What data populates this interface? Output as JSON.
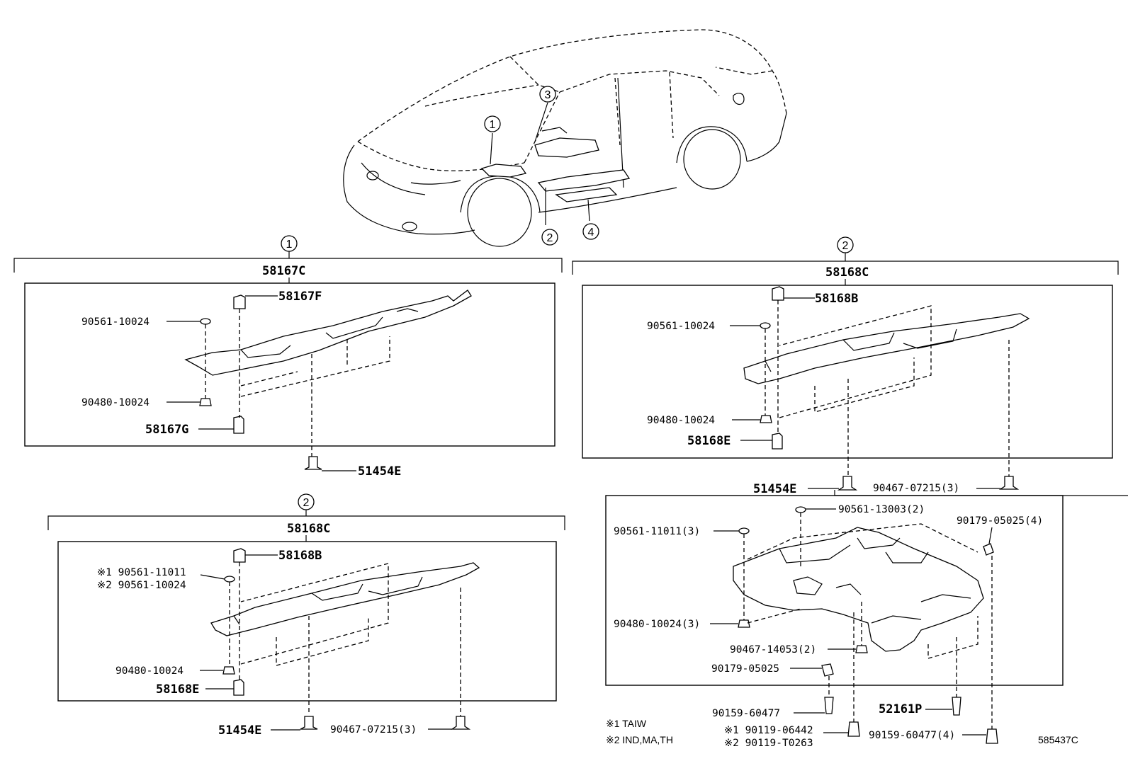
{
  "overview": {
    "callouts": [
      "1",
      "3",
      "2",
      "4"
    ]
  },
  "section1": {
    "callout": "1",
    "assembly": "58167C",
    "parts": {
      "p58167F": "58167F",
      "p90561": "90561-10024",
      "p90480": "90480-10024",
      "p58167G": "58167G",
      "p51454E": "51454E"
    }
  },
  "section2a": {
    "callout": "2",
    "assembly": "58168C",
    "parts": {
      "p58168B": "58168B",
      "p90561_1": "※1 90561-11011",
      "p90561_2": "※2 90561-10024",
      "p90480": "90480-10024",
      "p58168E": "58168E",
      "p51454E": "51454E",
      "p90467": "90467-07215(3)"
    }
  },
  "section2b": {
    "callout": "2",
    "assembly": "58168C",
    "parts": {
      "p58168B": "58168B",
      "p90561": "90561-10024",
      "p90480": "90480-10024",
      "p58168E": "58168E",
      "p51454E": "51454E",
      "p90467": "90467-07215(3)"
    }
  },
  "section3": {
    "parts": {
      "p90561_13003": "90561-13003(2)",
      "p90561_11011": "90561-11011(3)",
      "p90179_4": "90179-05025(4)",
      "p90480_3": "90480-10024(3)",
      "p90467_14053": "90467-14053(2)",
      "p90179": "90179-05025",
      "p90159": "90159-60477",
      "p52161P": "52161P",
      "p90119_1": "※1 90119-06442",
      "p90119_2": "※2 90119-T0263",
      "p90159_4": "90159-60477(4)"
    }
  },
  "notes": {
    "n1": "※1  TAIW",
    "n2": "※2  IND,MA,TH"
  },
  "figure_id": "585437C"
}
